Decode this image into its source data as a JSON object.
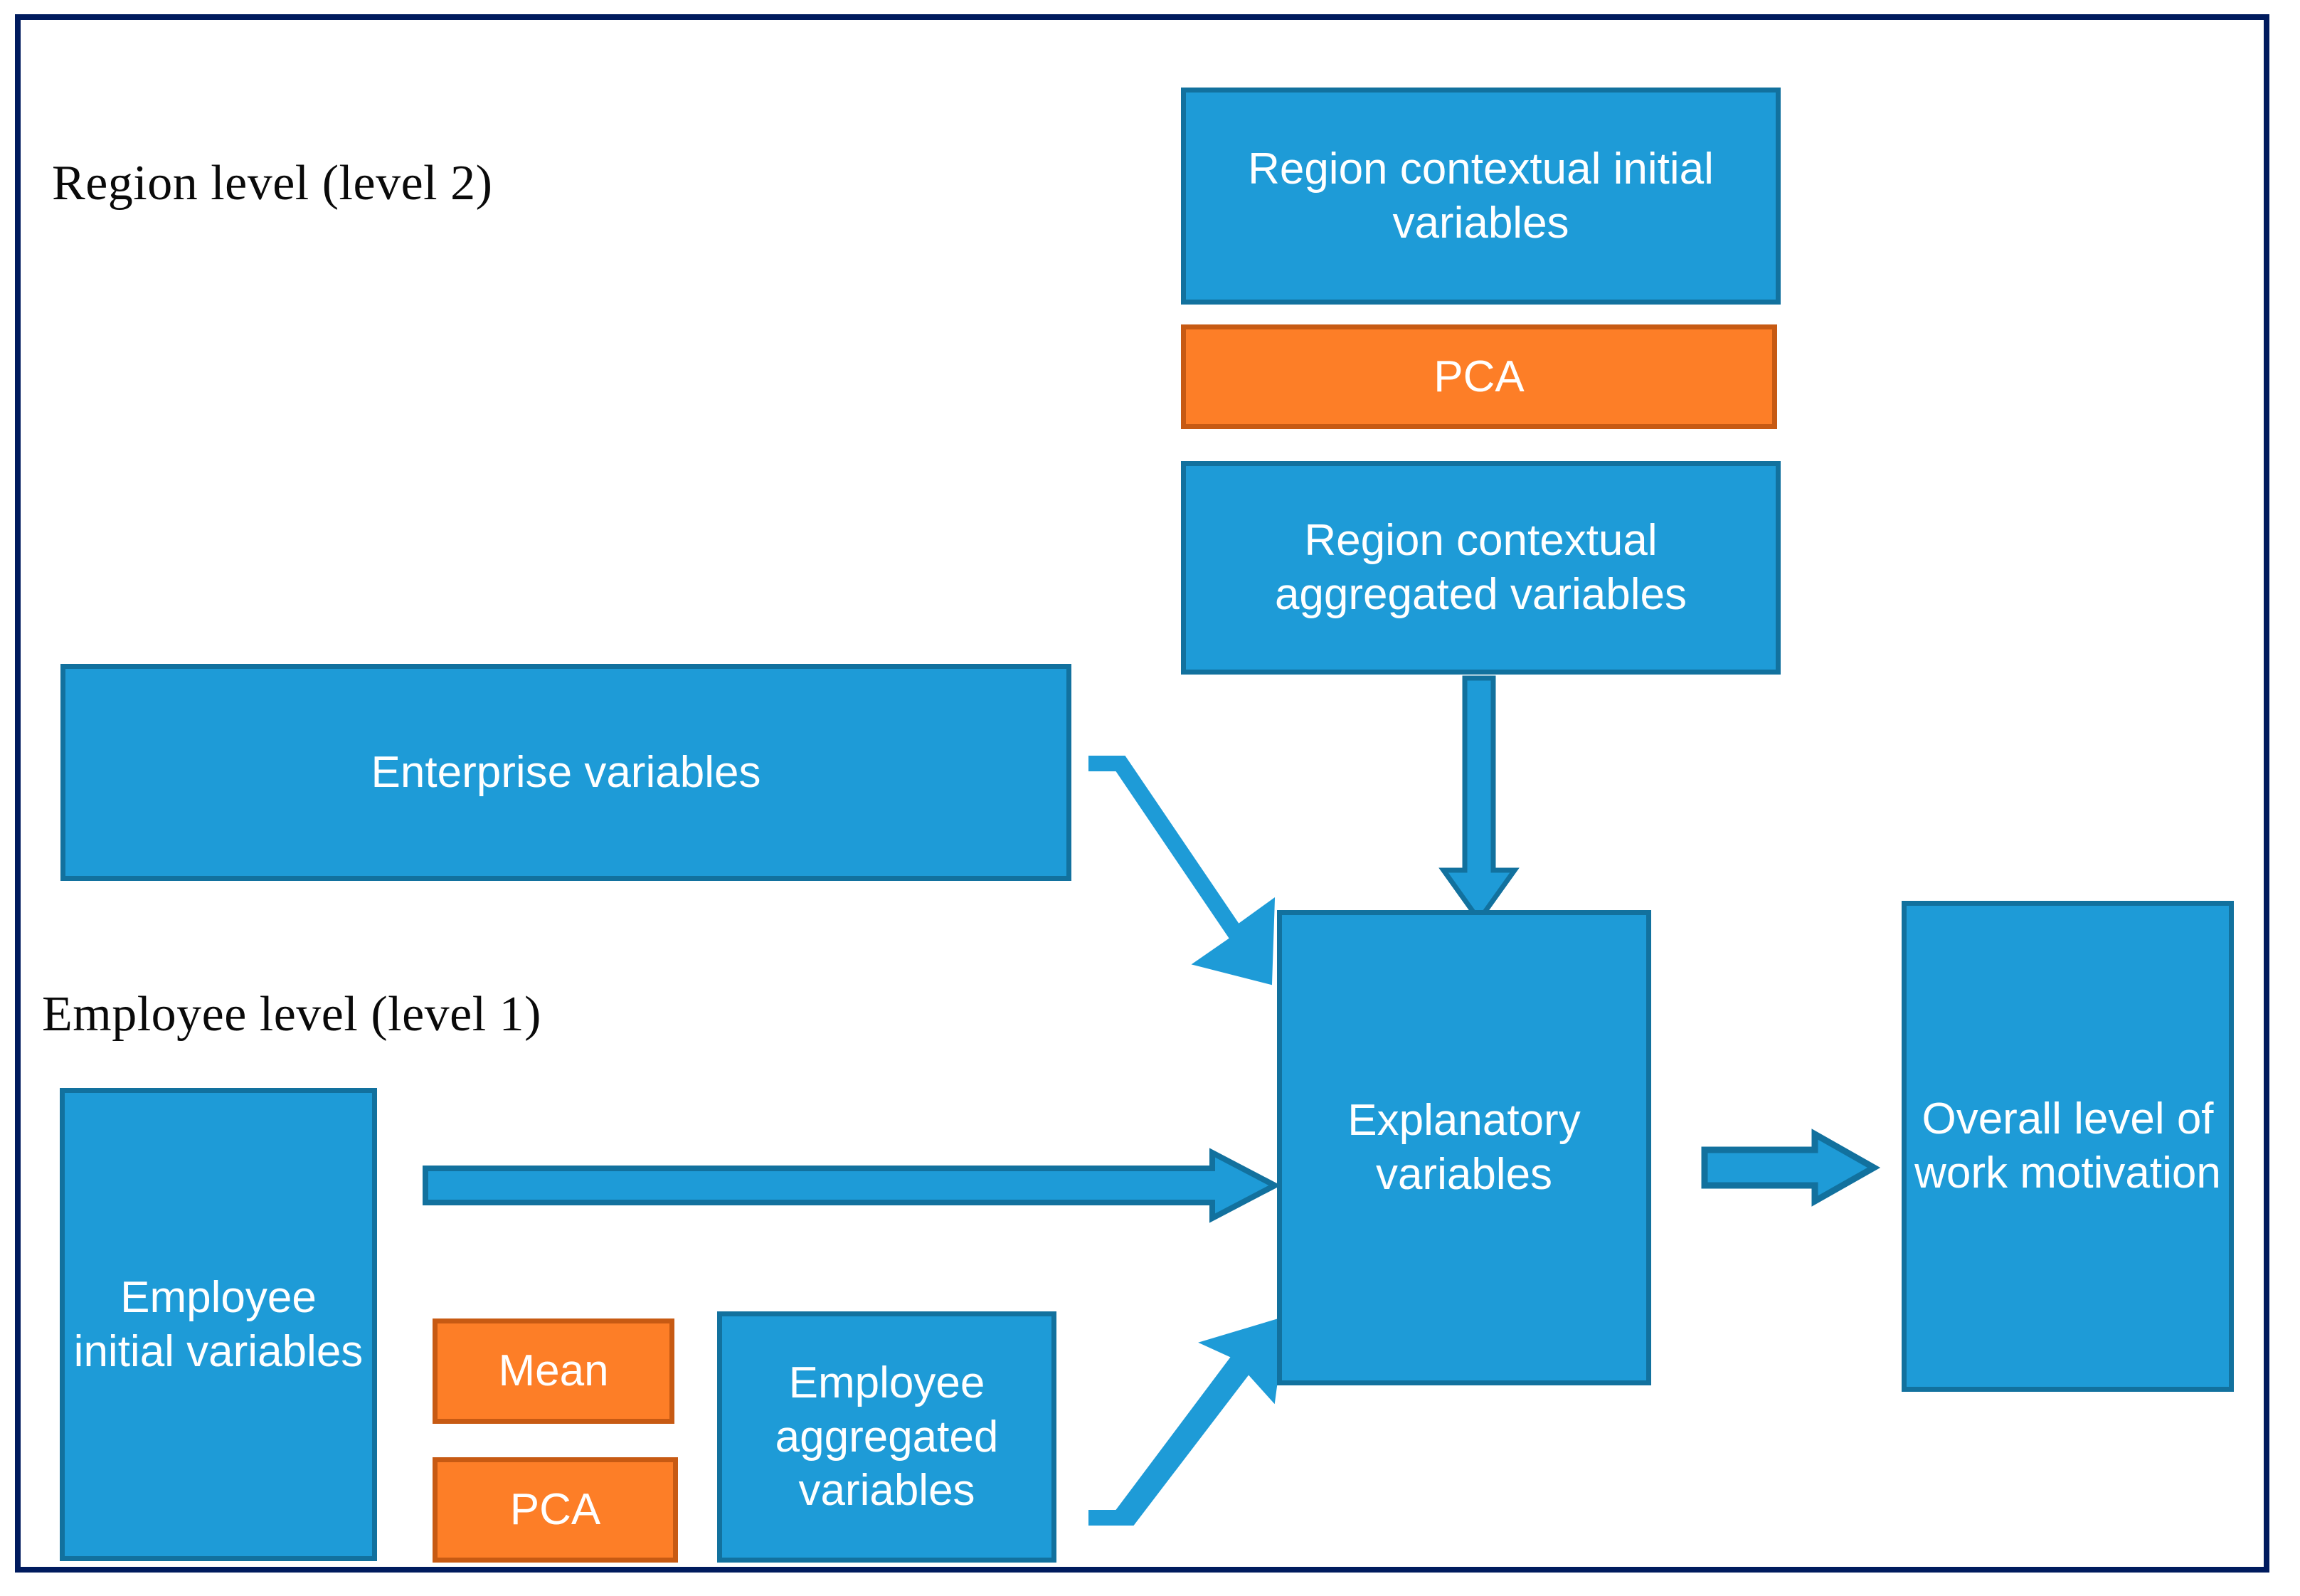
{
  "diagram": {
    "title": "Multilevel model variable structure diagram",
    "colors": {
      "frame_border": "#001B5E",
      "box_blue_fill": "#1E9BD7",
      "box_blue_border": "#12719E",
      "box_orange_fill": "#FD7E27",
      "box_orange_border": "#C75A13",
      "arrow_fill": "#1E9BD7",
      "arrow_border": "#12719E",
      "label_text": "#0A0A0A",
      "box_text": "#FFFFFF"
    },
    "levels": {
      "region": "Region level (level 2)",
      "employee": "Employee level (level 1)"
    },
    "nodes": {
      "region_contextual_initial": "Region contextual initial variables",
      "region_pca": "PCA",
      "region_contextual_aggregated": "Region contextual aggregated variables",
      "enterprise": "Enterprise variables",
      "employee_initial": "Employee initial variables",
      "employee_mean": "Mean",
      "employee_pca": "PCA",
      "employee_aggregated": "Employee aggregated variables",
      "explanatory": "Explanatory variables",
      "outcome": "Overall level of work motivation"
    },
    "edges": [
      {
        "name": "region-aggregated-to-explanatory",
        "from": "region_contextual_aggregated",
        "to": "explanatory",
        "style": "down-arrow"
      },
      {
        "name": "enterprise-to-explanatory",
        "from": "enterprise",
        "to": "explanatory",
        "style": "diagonal-down-right-arrow"
      },
      {
        "name": "employee-initial-to-explanatory",
        "from": "employee_initial",
        "to": "explanatory",
        "style": "right-arrow"
      },
      {
        "name": "employee-aggregated-to-explanatory",
        "from": "employee_aggregated",
        "to": "explanatory",
        "style": "diagonal-up-right-arrow"
      },
      {
        "name": "explanatory-to-outcome",
        "from": "explanatory",
        "to": "outcome",
        "style": "block-right-arrow"
      }
    ]
  }
}
